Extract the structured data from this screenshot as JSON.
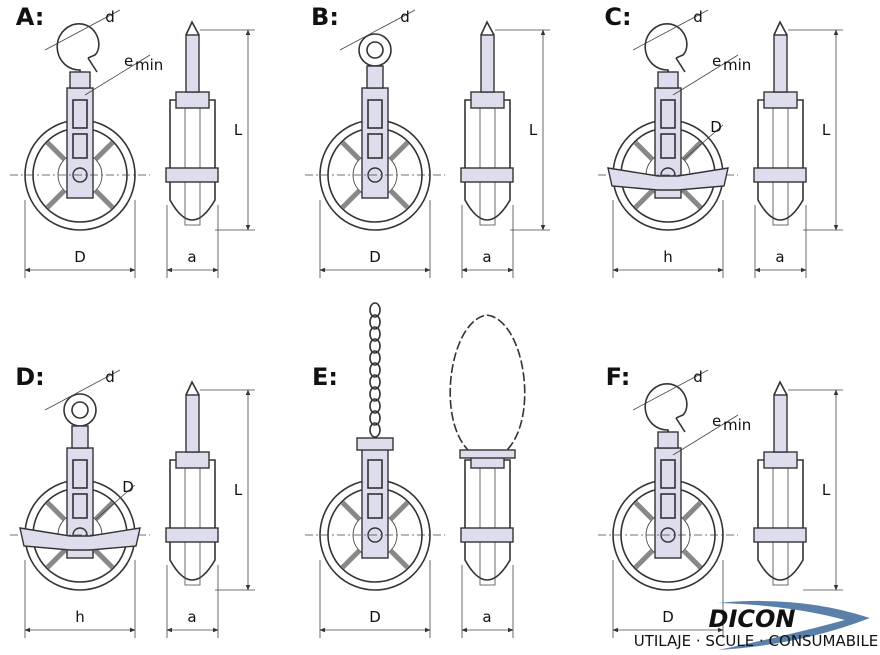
{
  "panels": [
    {
      "id": "A",
      "title": "A:",
      "top": "hook",
      "sheath": false,
      "labels": {
        "d": "d",
        "e": "e",
        "e_sub": "min",
        "L": "L",
        "width": "D",
        "a": "a"
      }
    },
    {
      "id": "B",
      "title": "B:",
      "top": "eye",
      "sheath": false,
      "labels": {
        "d": "d",
        "L": "L",
        "width": "D",
        "a": "a"
      }
    },
    {
      "id": "C",
      "title": "C:",
      "top": "hook",
      "sheath": true,
      "labels": {
        "d": "d",
        "e": "e",
        "e_sub": "min",
        "D": "D",
        "L": "L",
        "width": "h",
        "a": "a"
      }
    },
    {
      "id": "D",
      "title": "D:",
      "top": "eye",
      "sheath": true,
      "labels": {
        "d": "d",
        "D": "D",
        "L": "L",
        "width": "h",
        "a": "a"
      }
    },
    {
      "id": "E",
      "title": "E:",
      "top": "chain",
      "sheath": false,
      "labels": {
        "width": "D",
        "a": "a"
      }
    },
    {
      "id": "F",
      "title": "F:",
      "top": "hook",
      "sheath": false,
      "labels": {
        "d": "d",
        "e": "e",
        "e_sub": "min",
        "L": "L",
        "width": "D"
      }
    }
  ],
  "logo": {
    "name": "DICON",
    "tagline": "UTILAJE · SCULE · CONSUMABILE"
  }
}
